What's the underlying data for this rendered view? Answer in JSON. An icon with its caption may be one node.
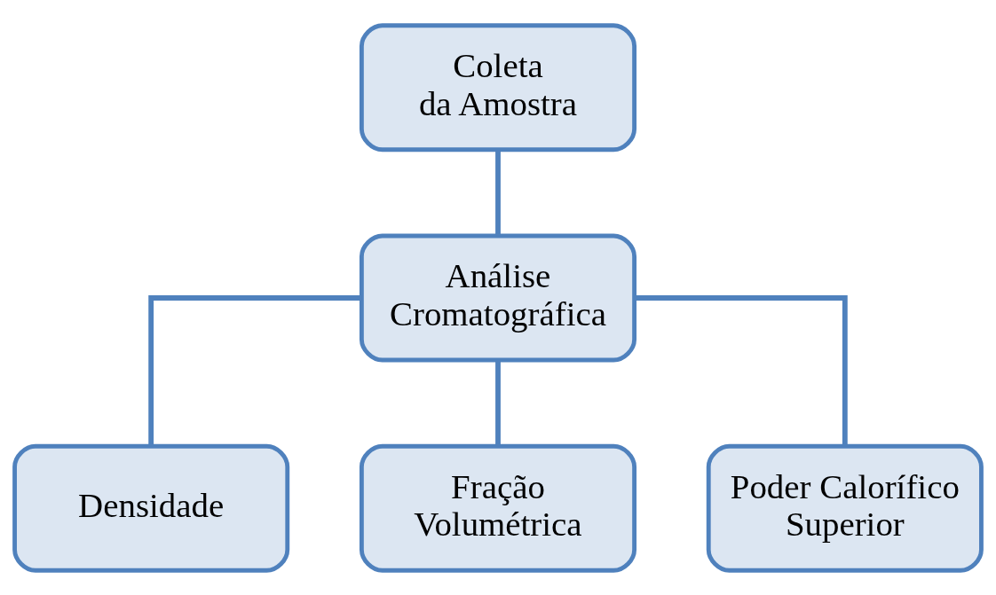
{
  "diagram": {
    "nodes": [
      {
        "text": [
          "Coleta da Amostra"
        ]
      },
      {
        "text": [
          "Análise Cromatográfica"
        ]
      },
      {
        "text": [
          "Densidade"
        ]
      },
      {
        "text": [
          "Fração Volumétrica"
        ]
      },
      {
        "text": [
          "Poder Calorífico Superior"
        ]
      }
    ],
    "edges": [
      {
        "from": 0,
        "to": 1,
        "arrow": "none"
      },
      {
        "from": 1,
        "to": 2,
        "arrow": "none"
      },
      {
        "from": 1,
        "to": 3,
        "arrow": "none"
      },
      {
        "from": 1,
        "to": 4,
        "arrow": "none"
      }
    ]
  }
}
